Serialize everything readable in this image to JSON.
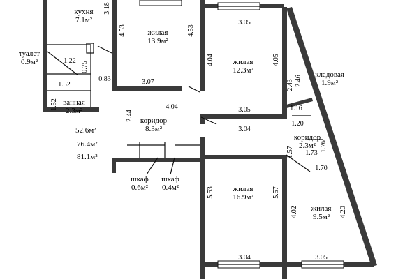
{
  "rooms": [
    {
      "id": "kitchen",
      "name": "кухня",
      "area": "7.1м²"
    },
    {
      "id": "living1",
      "name": "жилая",
      "area": "13.9м²"
    },
    {
      "id": "living2",
      "name": "жилая",
      "area": "12.3м²"
    },
    {
      "id": "toilet",
      "name": "туалет",
      "area": "0.9м²"
    },
    {
      "id": "storage",
      "name": "кладовая",
      "area": "1.9м²"
    },
    {
      "id": "bathroom",
      "name": "ванная",
      "area": "2.3м²"
    },
    {
      "id": "corridor1",
      "name": "коридор",
      "area": "8.3м²"
    },
    {
      "id": "corridor2",
      "name": "коридор",
      "area": "2.3м²"
    },
    {
      "id": "wardrobe1",
      "name": "шкаф",
      "area": "0.6м²"
    },
    {
      "id": "wardrobe2",
      "name": "шкаф",
      "area": "0.4м²"
    },
    {
      "id": "living3",
      "name": "жилая",
      "area": "16.9м²"
    },
    {
      "id": "living4",
      "name": "жилая",
      "area": "9.5м²"
    }
  ],
  "totals": [
    "52.6м²",
    "76.4м²",
    "81.1м²"
  ],
  "dimensions": {
    "kitchen_h": "3.18",
    "l1_left": "4.53",
    "l1_right": "4.53",
    "l2_top": "3.05",
    "l1_bottom": "3.07",
    "l2_left": "4.04",
    "l2_right": "4.05",
    "storage_a": "2.46",
    "storage_b": "2.43",
    "toilet_w": "1.22",
    "toilet_h": "0.75",
    "bath_w": "1.52",
    "bath_door": "0.83",
    "bath_h": "1.52",
    "corr_w": "4.04",
    "l2_bottom": "3.05",
    "corr_h": "2.44",
    "corr_bottom": "3.04",
    "c2_a": "1.16",
    "c2_b": "1.20",
    "c2_c": "1.57",
    "c2_d": "1.73",
    "c2_e": "1.76",
    "c2_f": "1.70",
    "l3_left": "5.53",
    "l3_right": "5.57",
    "l4_left": "4.02",
    "l4_right": "4.20",
    "l3_bottom": "3.04",
    "l4_bottom": "3.05"
  }
}
